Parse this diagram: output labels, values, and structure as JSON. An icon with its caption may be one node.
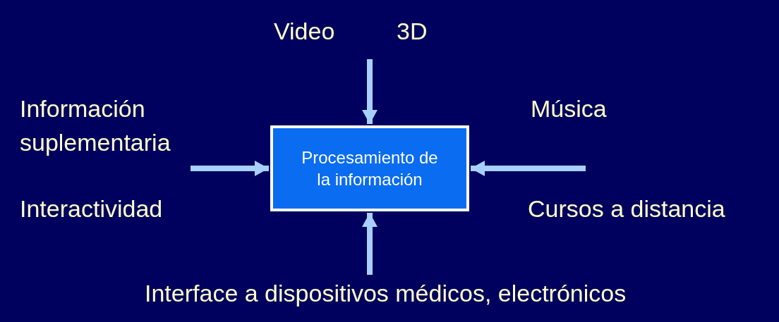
{
  "diagram": {
    "nodes": [
      {
        "text": [
          "Procesamiento de la información"
        ]
      },
      {
        "text": [
          "Interface a dispositivos médicos, electrónicos"
        ]
      }
    ],
    "edges": [
      {
        "from": null,
        "to": 0,
        "arrow": "to"
      },
      {
        "from": null,
        "to": 0,
        "arrow": "to"
      },
      {
        "from": null,
        "to": 0,
        "arrow": "to"
      },
      {
        "from": 1,
        "to": 0,
        "arrow": "to"
      }
    ],
    "labels": [
      "Video",
      "3D",
      "Información suplementaria",
      "Música",
      "Interactividad",
      "Cursos a distancia"
    ]
  }
}
